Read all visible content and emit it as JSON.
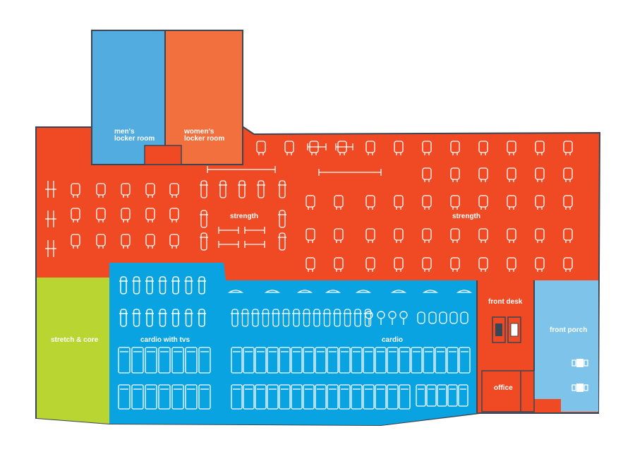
{
  "colors": {
    "strength": "#ef4a23",
    "cardio": "#0aa3e2",
    "stretch": "#b8d531",
    "porch": "#7dc3ea",
    "mens": "#52acdf",
    "womens": "#f2703e",
    "office": "#ef4a23",
    "outline": "#3a4654",
    "equipment": "#ffffff"
  },
  "rooms": {
    "mens_locker": [
      "men's",
      "locker room"
    ],
    "womens_locker": [
      "women's",
      "locker room"
    ],
    "strength_left": "strength",
    "strength_right": "strength",
    "cardio_tvs": "cardio with tvs",
    "cardio": "cardio",
    "stretch": "stretch & core",
    "front_desk": "front desk",
    "front_porch": "front porch",
    "office": "office"
  },
  "icons": {
    "strength_machine": "strength-machine-icon",
    "bike": "bike-icon",
    "treadmill": "treadmill-icon",
    "elliptical": "elliptical-icon",
    "fan": "fan-icon",
    "table": "table-icon"
  }
}
